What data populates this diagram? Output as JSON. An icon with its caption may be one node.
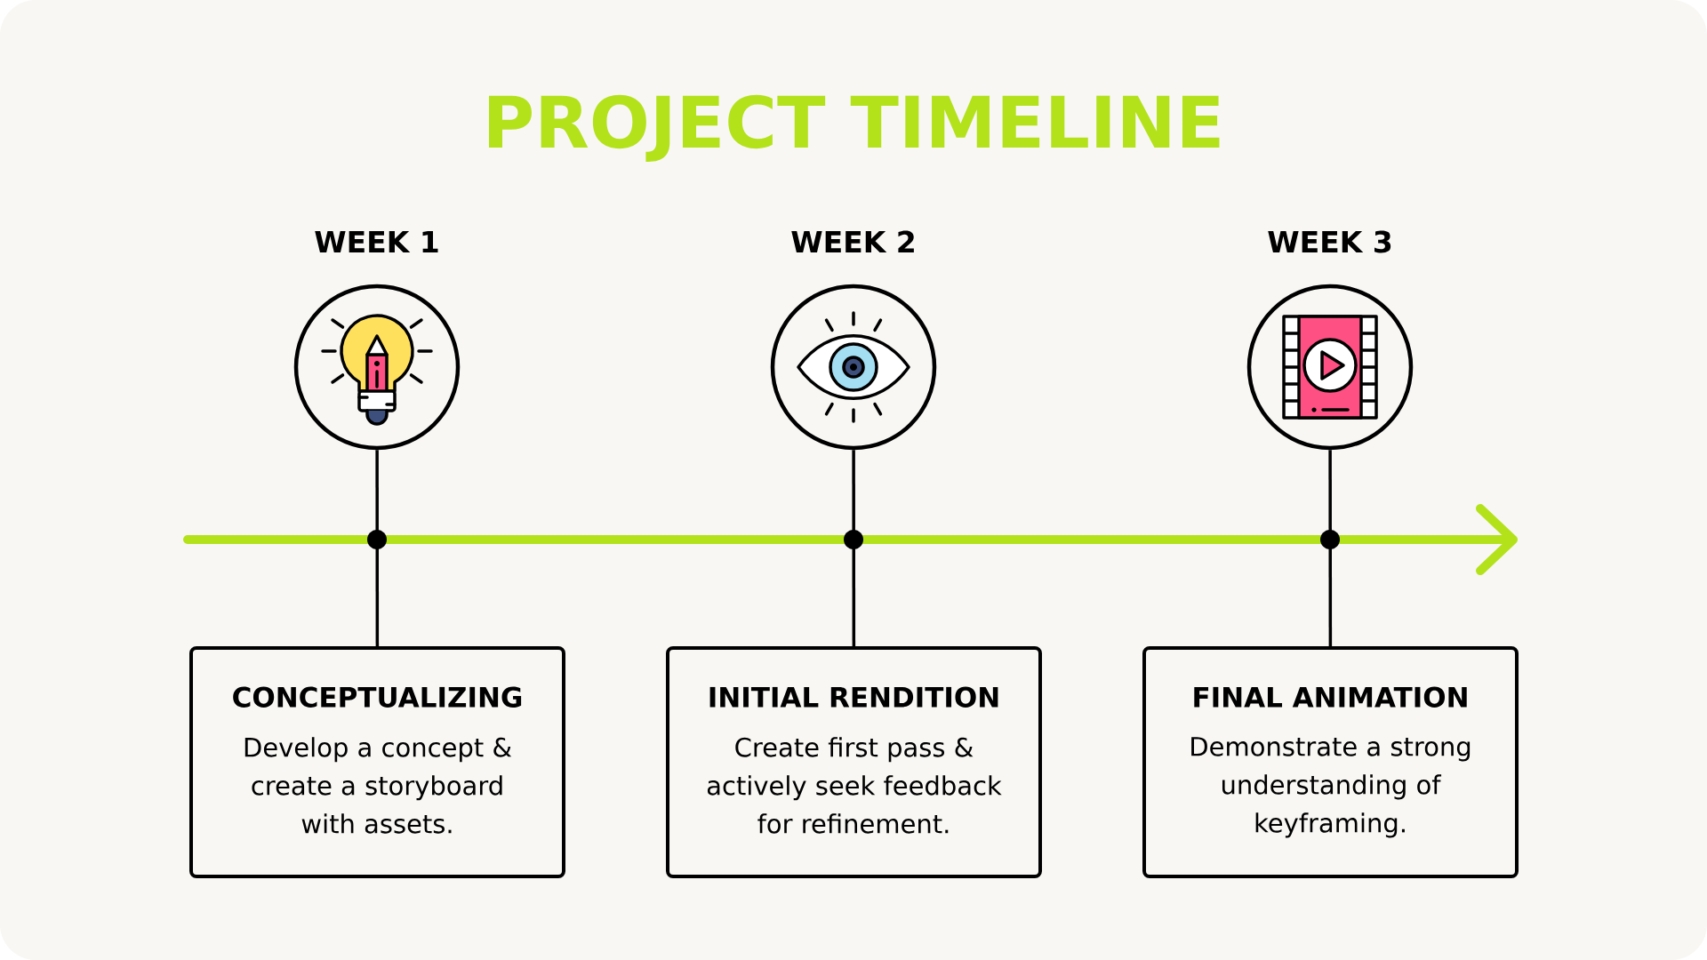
{
  "diagram": {
    "title": "PROJECT TIMELINE",
    "nodes": [
      {
        "text": [],
        "shape": "circle",
        "beside": [
          "WEEK 1"
        ]
      },
      {
        "text": [],
        "shape": "circle",
        "beside": [
          "WEEK 2"
        ]
      },
      {
        "text": [],
        "shape": "circle",
        "beside": [
          "WEEK 3"
        ]
      },
      {
        "text": [
          "CONCEPTUALIZING",
          "Develop a concept & create a storyboard with assets."
        ]
      },
      {
        "text": [
          "INITIAL RENDITION",
          "Create first pass & actively seek feedback for refinement."
        ]
      },
      {
        "text": [
          "FINAL ANIMATION",
          "Demonstrate a strong understanding of keyframing."
        ]
      }
    ],
    "edges": [
      {
        "from": 0,
        "to": 3,
        "arrow": "none"
      },
      {
        "from": 1,
        "to": 4,
        "arrow": "none"
      },
      {
        "from": 2,
        "to": 5,
        "arrow": "none"
      }
    ]
  }
}
